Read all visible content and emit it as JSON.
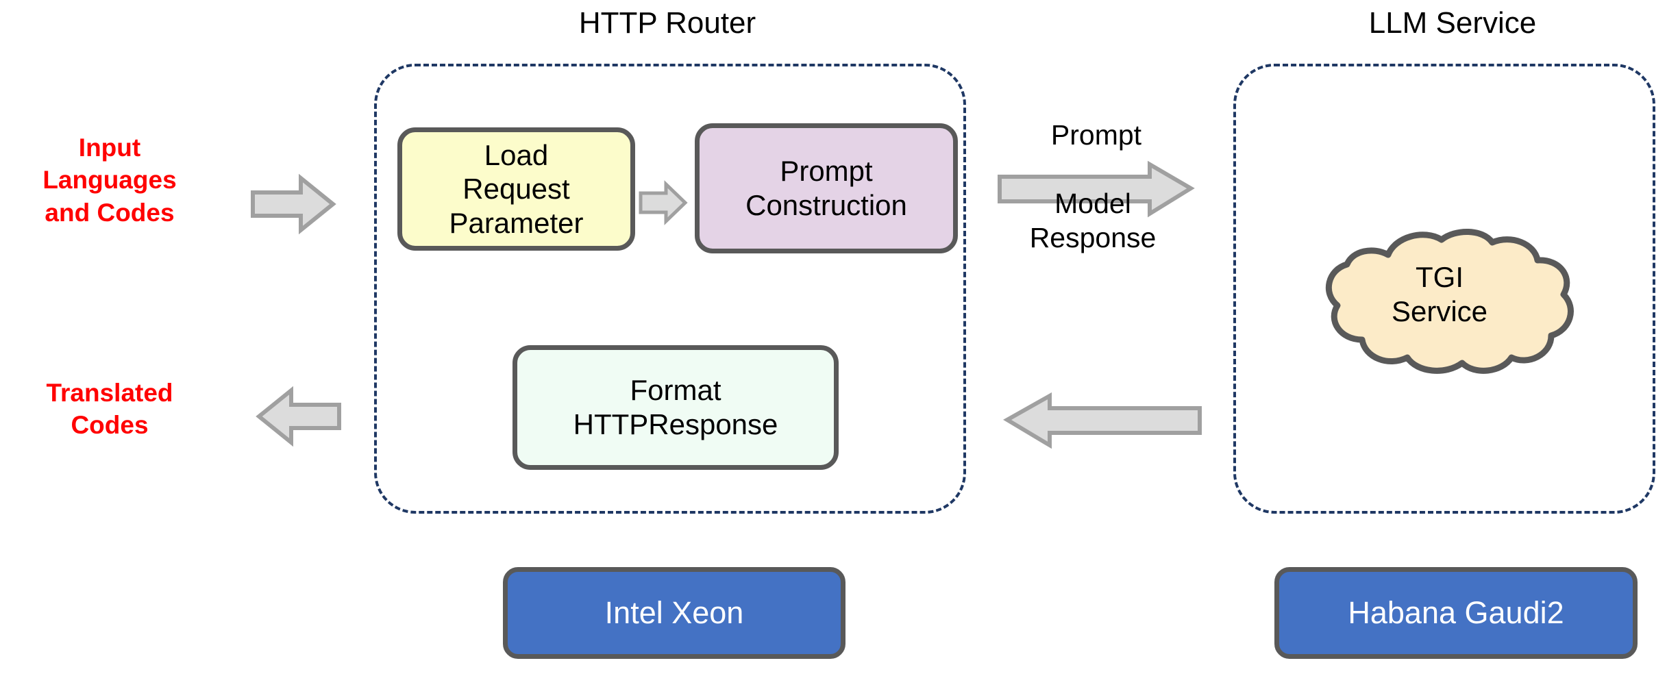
{
  "diagram": {
    "title_http_router": "HTTP Router",
    "title_llm_service": "LLM Service",
    "input_label": "Input\nLanguages\nand Codes",
    "input_label_lines": [
      "Input",
      "Languages",
      "and Codes"
    ],
    "output_label_lines": [
      "Translated",
      "Codes"
    ],
    "nodes": {
      "load_request": {
        "lines": [
          "Load",
          "Request",
          "Parameter"
        ],
        "fill": "#FCFCCB",
        "stroke": "#595959"
      },
      "prompt_construction": {
        "lines": [
          "Prompt",
          "Construction"
        ],
        "fill": "#E4D3E6",
        "stroke": "#595959"
      },
      "format_response": {
        "lines": [
          "Format",
          "HTTPResponse"
        ],
        "fill": "#F0FCF4",
        "stroke": "#595959"
      },
      "tgi_service": {
        "lines": [
          "TGI",
          "Service"
        ],
        "fill": "#FCEBC8",
        "stroke": "#595959"
      }
    },
    "hardware": {
      "xeon": "Intel Xeon",
      "gaudi": "Habana Gaudi2"
    },
    "edges": {
      "prompt": "Prompt",
      "model_response_lines": [
        "Model",
        "Response"
      ]
    },
    "colors": {
      "accent_red": "#FF0000",
      "group_border": "#1F3864",
      "box_border": "#595959",
      "arrow_fill": "#DCDCDC",
      "arrow_stroke": "#A0A0A0",
      "hardware_blue": "#4472C4",
      "text_black": "#000000"
    }
  }
}
